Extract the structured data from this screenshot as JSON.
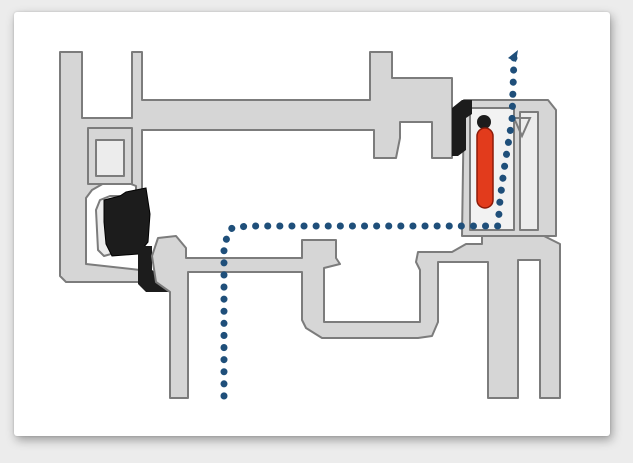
{
  "diagram": {
    "colors": {
      "background": "#ececec",
      "card": "#ffffff",
      "profile_fill": "#d6d6d6",
      "profile_stroke": "#7c7c7c",
      "gasket": "#1c1c1c",
      "hardware_insert": "#e23b1c",
      "airflow_dots": "#1f4f7a"
    },
    "elements": [
      {
        "id": "sash-profile",
        "label": ""
      },
      {
        "id": "frame-profile",
        "label": ""
      },
      {
        "id": "glazing-gasket",
        "label": ""
      },
      {
        "id": "sealing-gasket",
        "label": ""
      },
      {
        "id": "hardware-channel",
        "label": ""
      },
      {
        "id": "airflow-path",
        "label": ""
      }
    ]
  }
}
